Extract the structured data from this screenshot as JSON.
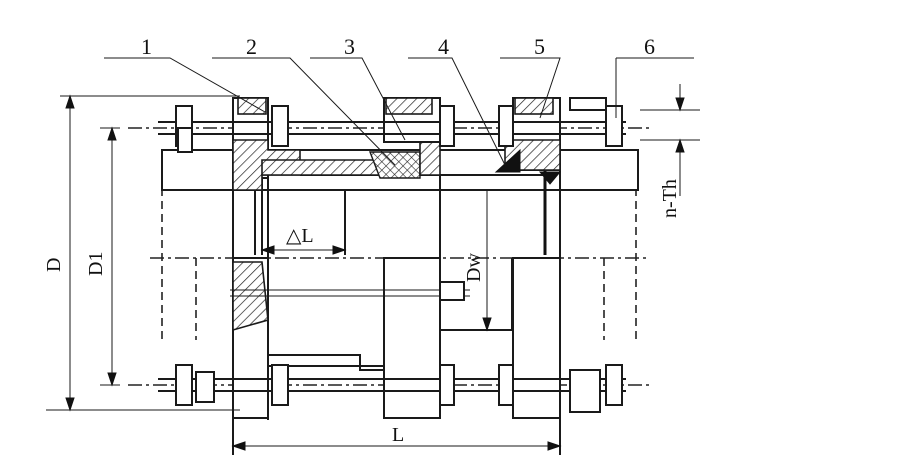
{
  "part_labels": [
    "1",
    "2",
    "3",
    "4",
    "5",
    "6"
  ],
  "dimensions": {
    "outer_diameter": "D",
    "bolt_circle_diameter": "D1",
    "pipe_outer_diameter": "Dw",
    "bolt_spec": "n-Th",
    "length": "L",
    "stroke": "△L"
  },
  "colors": {
    "line": "#1a1a1a",
    "background": "#ffffff"
  }
}
